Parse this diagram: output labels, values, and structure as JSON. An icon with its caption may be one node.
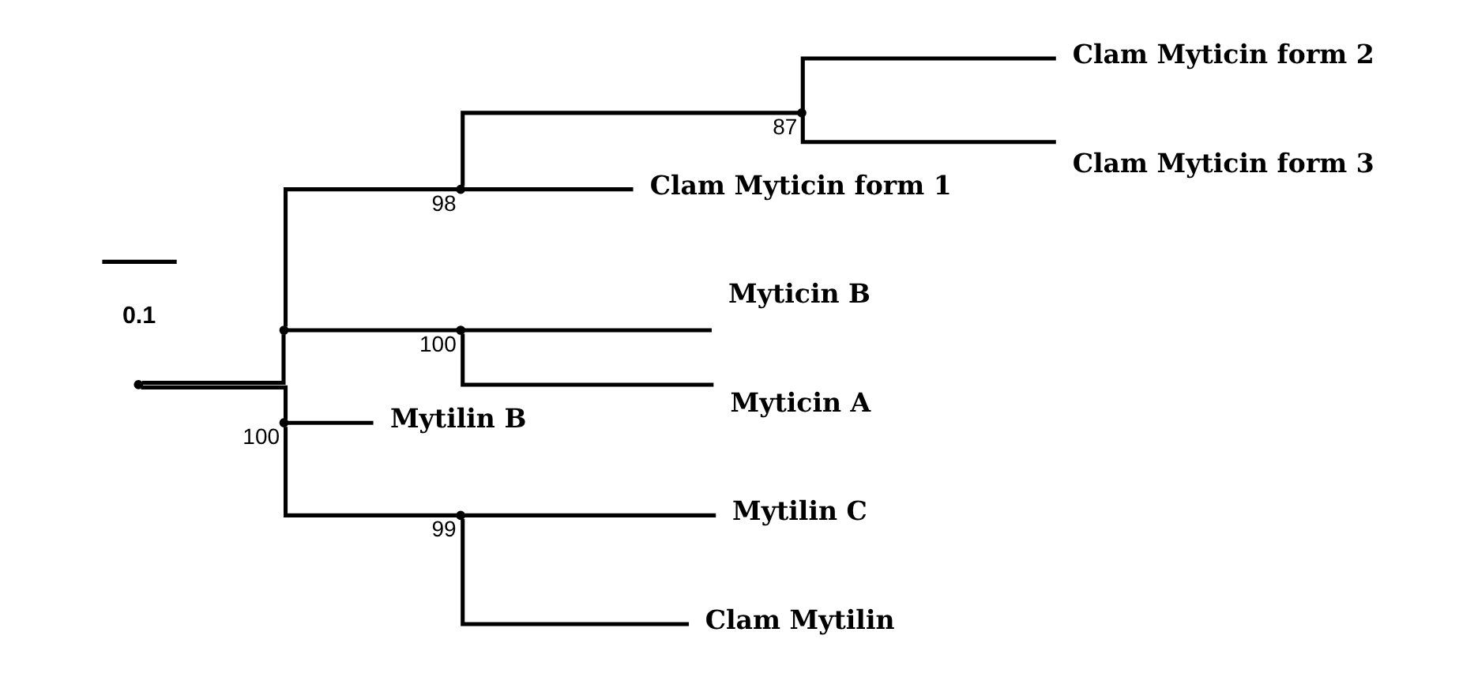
{
  "diagram": {
    "nodes": [
      {
        "text": [],
        "shape": "point"
      },
      {
        "text": [],
        "shape": "point"
      },
      {
        "text": [],
        "shape": "point",
        "beside": [
          "98"
        ]
      },
      {
        "text": [],
        "shape": "point",
        "beside": [
          "87"
        ]
      },
      {
        "text": [
          "Clam Myticin form 2"
        ]
      },
      {
        "text": [
          "Clam Myticin form 3"
        ]
      },
      {
        "text": [
          "Clam Myticin form 1"
        ]
      },
      {
        "text": [],
        "shape": "point",
        "beside": [
          "100"
        ]
      },
      {
        "text": [
          "Myticin B"
        ]
      },
      {
        "text": [
          "Myticin A"
        ]
      },
      {
        "text": [],
        "shape": "point",
        "beside": [
          "100"
        ]
      },
      {
        "text": [
          "Mytilin B"
        ]
      },
      {
        "text": [],
        "shape": "point",
        "beside": [
          "99"
        ]
      },
      {
        "text": [
          "Mytilin C"
        ]
      },
      {
        "text": [
          "Clam Mytilin"
        ]
      }
    ],
    "edges": [
      {
        "from": 0,
        "to": 1,
        "arrow": "none"
      },
      {
        "from": 1,
        "to": 2,
        "arrow": "none"
      },
      {
        "from": 2,
        "to": 3,
        "arrow": "none"
      },
      {
        "from": 3,
        "to": 4,
        "arrow": "none"
      },
      {
        "from": 3,
        "to": 5,
        "arrow": "none"
      },
      {
        "from": 2,
        "to": 6,
        "arrow": "none"
      },
      {
        "from": 1,
        "to": 7,
        "arrow": "none"
      },
      {
        "from": 7,
        "to": 8,
        "arrow": "none"
      },
      {
        "from": 7,
        "to": 9,
        "arrow": "none"
      },
      {
        "from": 0,
        "to": 10,
        "arrow": "none"
      },
      {
        "from": 10,
        "to": 11,
        "arrow": "none"
      },
      {
        "from": 10,
        "to": 12,
        "arrow": "none"
      },
      {
        "from": 12,
        "to": 13,
        "arrow": "none"
      },
      {
        "from": 12,
        "to": 14,
        "arrow": "none"
      }
    ],
    "labels": [
      "0.1"
    ]
  }
}
